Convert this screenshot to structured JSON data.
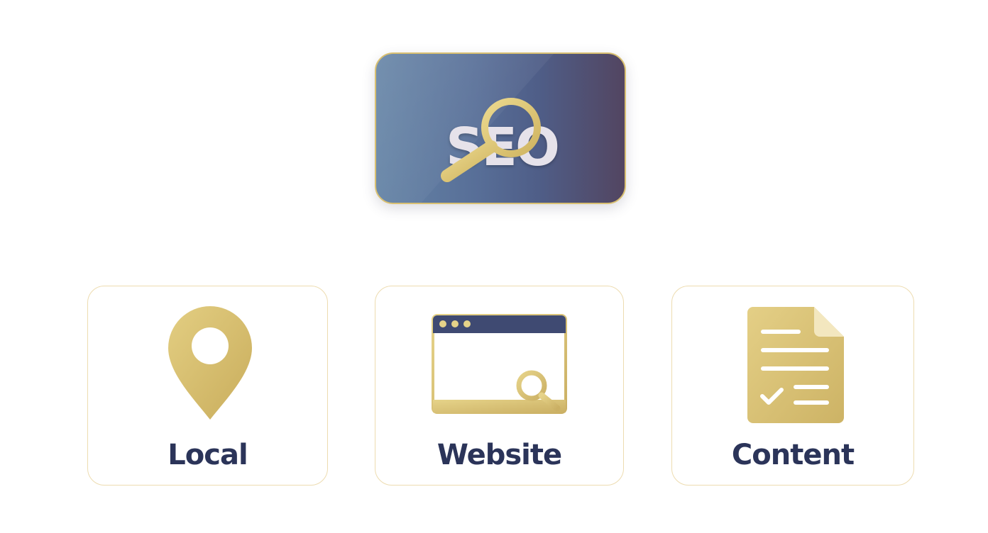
{
  "root": {
    "title": "SEO",
    "icon": "magnifier-icon"
  },
  "children": [
    {
      "label": "Local",
      "icon": "map-pin-icon"
    },
    {
      "label": "Website",
      "icon": "browser-search-icon"
    },
    {
      "label": "Content",
      "icon": "document-check-icon"
    }
  ],
  "colors": {
    "gold": "#d8c176",
    "navy": "#2b3459",
    "box_gradient_start": "#6584a6",
    "box_gradient_end": "#524561"
  }
}
